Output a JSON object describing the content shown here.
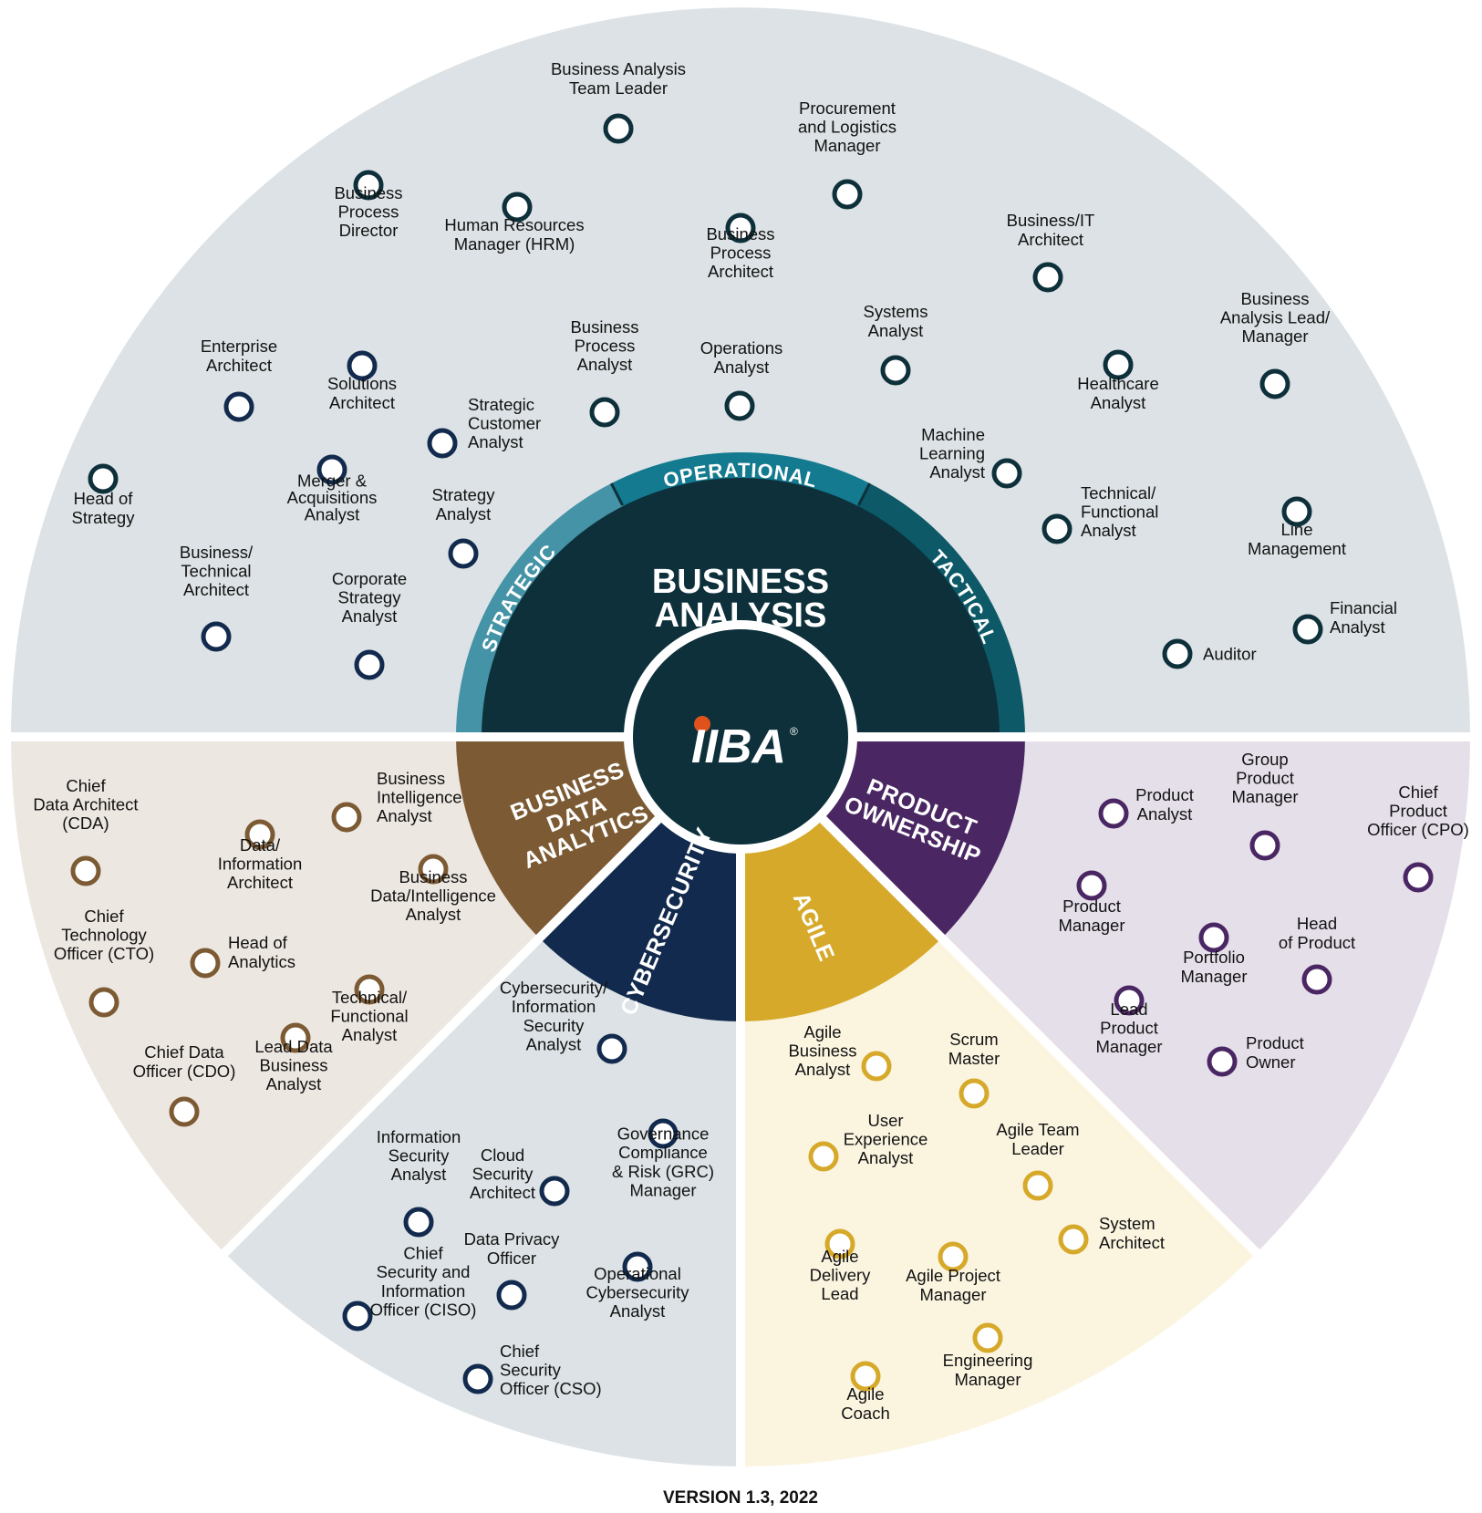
{
  "center": {
    "title_line1": "BUSINESS",
    "title_line2": "ANALYSIS",
    "logo_text": "IIBA",
    "logo_mark": "®",
    "icon": "iiba-logo-icon"
  },
  "ring": {
    "strategic": "STRATEGIC",
    "operational": "OPERATIONAL",
    "tactical": "TACTICAL"
  },
  "sectors": {
    "bda": {
      "line1": "BUSINESS",
      "line2": "DATA",
      "line3": "ANALYTICS"
    },
    "cyber": {
      "label": "CYBERSECURITY"
    },
    "agile": {
      "label": "AGILE"
    },
    "po": {
      "line1": "PRODUCT",
      "line2": "OWNERSHIP"
    }
  },
  "colors": {
    "top_bg": "#dce2e5",
    "bda_bg": "#ede7e1",
    "cyber_bg": "#dce2e5",
    "agile_bg": "#fbf5e0",
    "po_bg": "#e5dfea",
    "core": "#0d303b",
    "ring_strategic": "#4493a6",
    "ring_operational": "#137a8f",
    "ring_tactical": "#0d5967",
    "bda_inner": "#7c5b34",
    "cyber_inner": "#122a4d",
    "agile_inner": "#d6a92a",
    "po_inner": "#4a2763",
    "logo_dot": "#e0521b"
  },
  "roles": {
    "ba": [
      {
        "lines": [
          "Business Analysis",
          "Team Leader"
        ]
      },
      {
        "lines": [
          "Procurement",
          "and Logistics",
          "Manager"
        ]
      },
      {
        "lines": [
          "Business",
          "Process",
          "Director"
        ]
      },
      {
        "lines": [
          "Human Resources",
          "Manager (HRM)"
        ]
      },
      {
        "lines": [
          "Business",
          "Process",
          "Architect"
        ]
      },
      {
        "lines": [
          "Business/IT",
          "Architect"
        ]
      },
      {
        "lines": [
          "Enterprise",
          "Architect"
        ]
      },
      {
        "lines": [
          "Solutions",
          "Architect"
        ]
      },
      {
        "lines": [
          "Business",
          "Process",
          "Analyst"
        ]
      },
      {
        "lines": [
          "Operations",
          "Analyst"
        ]
      },
      {
        "lines": [
          "Systems",
          "Analyst"
        ]
      },
      {
        "lines": [
          "Healthcare",
          "Analyst"
        ]
      },
      {
        "lines": [
          "Business",
          "Analysis Lead/",
          "Manager"
        ]
      },
      {
        "lines": [
          "Strategic",
          "Customer",
          "Analyst"
        ]
      },
      {
        "lines": [
          "Head of",
          "Strategy"
        ]
      },
      {
        "lines": [
          "Merger &",
          "Acquisitions",
          "Analyst"
        ]
      },
      {
        "lines": [
          "Strategy",
          "Analyst"
        ]
      },
      {
        "lines": [
          "Machine",
          "Learning",
          "Analyst"
        ]
      },
      {
        "lines": [
          "Technical/",
          "Functional",
          "Analyst"
        ]
      },
      {
        "lines": [
          "Line",
          "Management"
        ]
      },
      {
        "lines": [
          "Business/",
          "Technical",
          "Architect"
        ]
      },
      {
        "lines": [
          "Corporate",
          "Strategy",
          "Analyst"
        ]
      },
      {
        "lines": [
          "Financial",
          "Analyst"
        ]
      },
      {
        "lines": [
          "Auditor"
        ]
      }
    ],
    "bda": [
      {
        "lines": [
          "Chief",
          "Data Architect",
          "(CDA)"
        ]
      },
      {
        "lines": [
          "Business",
          "Intelligence",
          "Analyst"
        ]
      },
      {
        "lines": [
          "Data/",
          "Information",
          "Architect"
        ]
      },
      {
        "lines": [
          "Business",
          "Data/Intelligence",
          "Analyst"
        ]
      },
      {
        "lines": [
          "Chief",
          "Technology",
          "Officer (CTO)"
        ]
      },
      {
        "lines": [
          "Head of",
          "Analytics"
        ]
      },
      {
        "lines": [
          "Technical/",
          "Functional",
          "Analyst"
        ]
      },
      {
        "lines": [
          "Lead Data",
          "Business",
          "Analyst"
        ]
      },
      {
        "lines": [
          "Chief Data",
          "Officer (CDO)"
        ]
      }
    ],
    "cyber": [
      {
        "lines": [
          "Cybersecurity/",
          "Information",
          "Security",
          "Analyst"
        ]
      },
      {
        "lines": [
          "Governance",
          "Compliance",
          "& Risk (GRC)",
          "Manager"
        ]
      },
      {
        "lines": [
          "Information",
          "Security",
          "Analyst"
        ]
      },
      {
        "lines": [
          "Cloud",
          "Security",
          "Architect"
        ]
      },
      {
        "lines": [
          "Data Privacy",
          "Officer"
        ]
      },
      {
        "lines": [
          "Operational",
          "Cybersecurity",
          "Analyst"
        ]
      },
      {
        "lines": [
          "Chief",
          "Security and",
          "Information",
          "Officer (CISO)"
        ]
      },
      {
        "lines": [
          "Chief",
          "Security",
          "Officer (CSO)"
        ]
      }
    ],
    "agile": [
      {
        "lines": [
          "Agile",
          "Business",
          "Analyst"
        ]
      },
      {
        "lines": [
          "Scrum",
          "Master"
        ]
      },
      {
        "lines": [
          "User",
          "Experience",
          "Analyst"
        ]
      },
      {
        "lines": [
          "Agile Team",
          "Leader"
        ]
      },
      {
        "lines": [
          "System",
          "Architect"
        ]
      },
      {
        "lines": [
          "Agile",
          "Delivery",
          "Lead"
        ]
      },
      {
        "lines": [
          "Agile Project",
          "Manager"
        ]
      },
      {
        "lines": [
          "Engineering",
          "Manager"
        ]
      },
      {
        "lines": [
          "Agile",
          "Coach"
        ]
      }
    ],
    "po": [
      {
        "lines": [
          "Product",
          "Analyst"
        ]
      },
      {
        "lines": [
          "Group",
          "Product",
          "Manager"
        ]
      },
      {
        "lines": [
          "Chief",
          "Product",
          "Officer (CPO)"
        ]
      },
      {
        "lines": [
          "Product",
          "Manager"
        ]
      },
      {
        "lines": [
          "Portfolio",
          "Manager"
        ]
      },
      {
        "lines": [
          "Head",
          "of Product"
        ]
      },
      {
        "lines": [
          "Lead",
          "Product",
          "Manager"
        ]
      },
      {
        "lines": [
          "Product",
          "Owner"
        ]
      }
    ]
  },
  "footer": {
    "version": "VERSION 1.3, 2022"
  }
}
